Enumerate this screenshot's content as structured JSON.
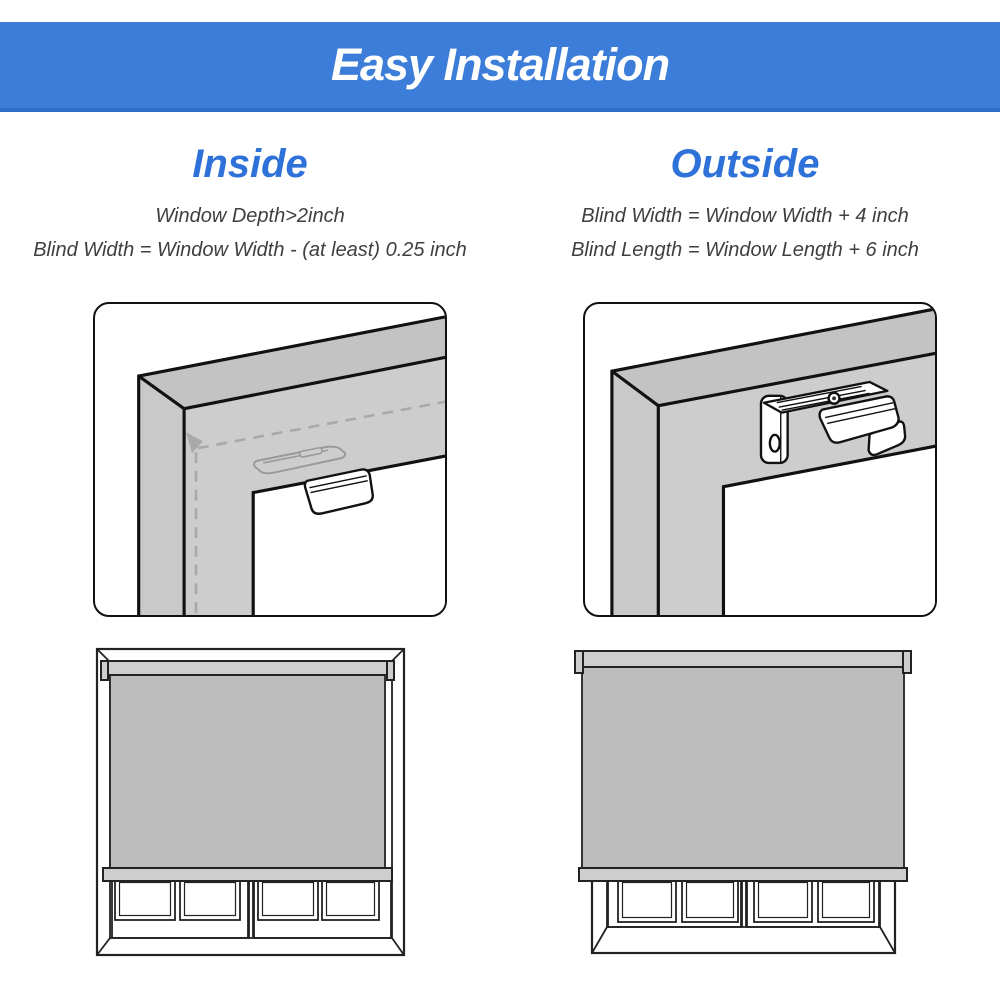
{
  "header": {
    "title": "Easy Installation"
  },
  "columns": {
    "inside": {
      "heading": "Inside",
      "lines": [
        "Window Depth>2inch",
        "Blind Width = Window Width - (at least) 0.25 inch"
      ]
    },
    "outside": {
      "heading": "Outside",
      "lines": [
        "Blind Width = Window Width + 4 inch",
        "Blind Length = Window Length + 6 inch"
      ]
    }
  },
  "colors": {
    "banner_bg": "#3b7dd8",
    "banner_border": "#2f6ec7",
    "banner_text": "#ffffff",
    "heading_blue": "#2e72d9",
    "text_dark": "#3f3f3f",
    "line_black": "#111111",
    "line_thin": "#222222",
    "gray_top": "#c3c3c3",
    "gray_side": "#c9c9c9",
    "gray_face": "#cdcdcd",
    "gray_fabric": "#bdbdbd",
    "gray_bar": "#cecece",
    "gray_dash": "#a9a9a9",
    "bracket_gray": "#9a9a9a",
    "paper": "#ffffff"
  }
}
